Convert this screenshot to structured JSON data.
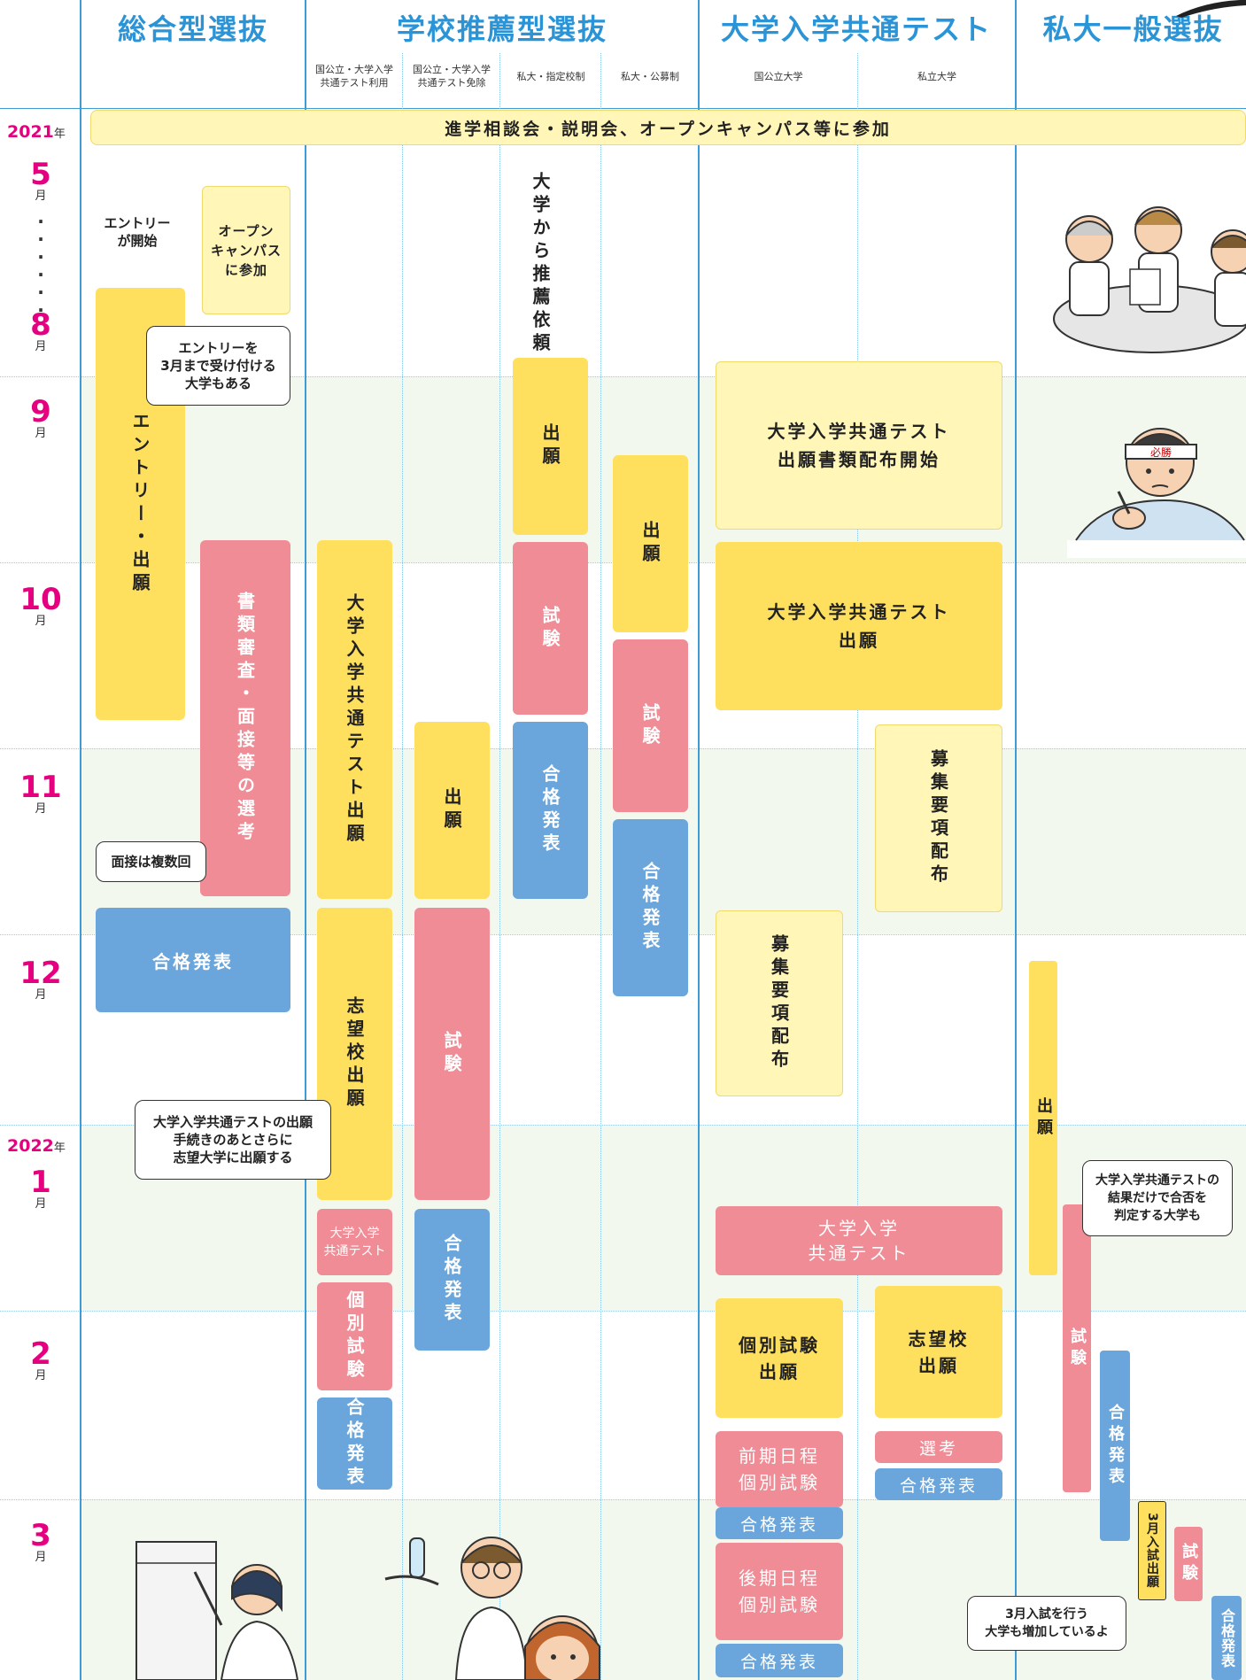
{
  "categories": {
    "comprehensive": "総合型選抜",
    "school_recommend": "学校推薦型選抜",
    "common_test": "大学入学共通テスト",
    "private_general": "私大一般選抜"
  },
  "subcolumns": {
    "national_use": "国公立・大学入学\n共通テスト利用",
    "national_exempt": "国公立・大学入学\n共通テスト免除",
    "private_designated": "私大・指定校制",
    "private_open": "私大・公募制",
    "national_univ": "国公立大学",
    "private_univ": "私立大学"
  },
  "years": {
    "y2021": "2021",
    "y2022": "2022",
    "suffix": "年"
  },
  "months": {
    "m5": "5",
    "m8": "8",
    "m9": "9",
    "m10": "10",
    "m11": "11",
    "m12": "12",
    "m1": "1",
    "m2": "2",
    "m3": "3",
    "unit": "月"
  },
  "top_banner": "進学相談会・説明会、オープンキャンパス等に参加",
  "comprehensive": {
    "entry_start": "エントリー\nが開始",
    "open_campus": "オープン\nキャンパス\nに参加",
    "entry_apply": "エントリー・出願",
    "screening": "書類審査・面接等の選考",
    "result": "合格発表",
    "bubble_entry": "エントリーを\n3月まで受け付ける\n大学もある",
    "bubble_interview": "面接は複数回"
  },
  "national_use": {
    "apply_common": "大学入学共通テスト出願",
    "apply_school": "志望校出願",
    "common_test": "大学入学\n共通テスト",
    "individual": "個別試験",
    "result": "合格発表",
    "bubble": "大学入学共通テストの出願\n手続きのあとさらに\n志望大学に出願する"
  },
  "national_exempt": {
    "apply": "出願",
    "exam": "試験",
    "result": "合格発表"
  },
  "private_designated": {
    "request": "大学から推薦依頼",
    "apply": "出願",
    "exam": "試験",
    "result": "合格発表"
  },
  "private_open": {
    "apply": "出願",
    "exam": "試験",
    "result": "合格発表"
  },
  "common_test": {
    "distribution": "大学入学共通テスト\n出願書類配布開始",
    "apply": "大学入学共通テスト\n出願",
    "nat_guide": "募集要項配布",
    "priv_guide": "募集要項配布",
    "test": "大学入学\n共通テスト",
    "nat_apply": "個別試験\n出願",
    "priv_apply": "志望校\n出願",
    "early_exam": "前期日程\n個別試験",
    "nat_result1": "合格発表",
    "late_exam": "後期日程\n個別試験",
    "nat_result2": "合格発表",
    "priv_select": "選考",
    "priv_result": "合格発表"
  },
  "private_general": {
    "apply": "出願",
    "exam": "試験",
    "result": "合格発表",
    "march_apply": "3月入試出願",
    "march_exam": "試験",
    "march_result": "合格発表",
    "bubble_common": "大学入学共通テストの\n結果だけで合否を\n判定する大学も",
    "bubble_march": "3月入試を行う\n大学も増加しているよ",
    "headband": "必勝"
  },
  "colors": {
    "accent_blue": "#2a94d6",
    "month_magenta": "#e4007f",
    "apply_yellow": "#ffdf5e",
    "info_light_yellow": "#fff6b8",
    "exam_pink": "#ef8c96",
    "result_blue": "#6aa6dc"
  }
}
